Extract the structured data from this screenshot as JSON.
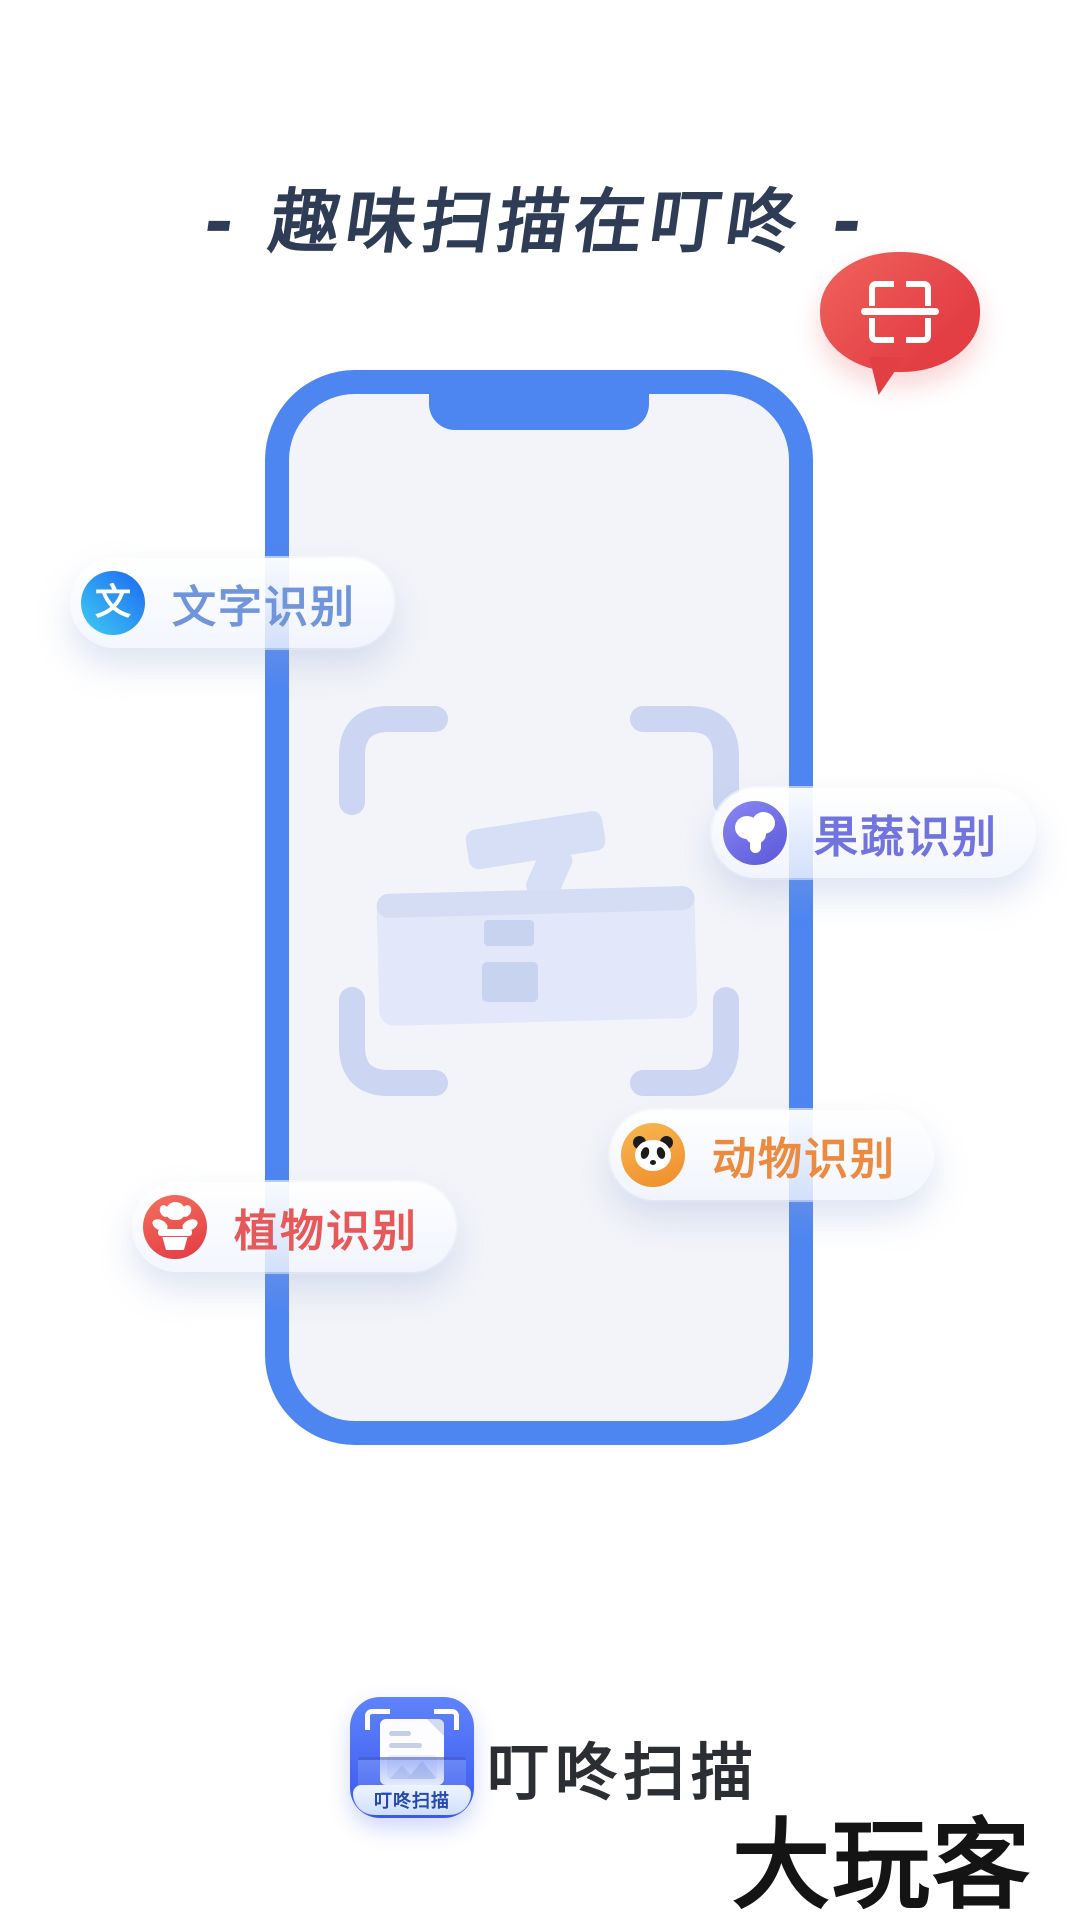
{
  "header": {
    "title": "- 趣味扫描在叮咚 -"
  },
  "scan_bubble": {
    "icon": "scan-frame-icon",
    "color": "#e23e44"
  },
  "features": [
    {
      "label": "文字识别",
      "icon": "text-recognition-icon",
      "glyph": "文",
      "text_color": "#7095da",
      "icon_color": "#2177f1"
    },
    {
      "label": "果蔬识别",
      "icon": "broccoli-icon",
      "text_color": "#7173de",
      "icon_color": "#5a57d8"
    },
    {
      "label": "动物识别",
      "icon": "panda-icon",
      "text_color": "#ec8a3f",
      "icon_color": "#ee8c2b"
    },
    {
      "label": "植物识别",
      "icon": "plant-icon",
      "text_color": "#e75858",
      "icon_color": "#e23a42"
    }
  ],
  "app": {
    "name": "叮咚扫描",
    "icon_caption": "叮咚扫描"
  },
  "watermark": "大玩客",
  "colors": {
    "phone_frame": "#4d85f1",
    "phone_screen": "#f3f4f9",
    "viewfinder": "#ccd6f2",
    "title_text": "#2e3c56",
    "app_name_text": "#2b2e33"
  }
}
